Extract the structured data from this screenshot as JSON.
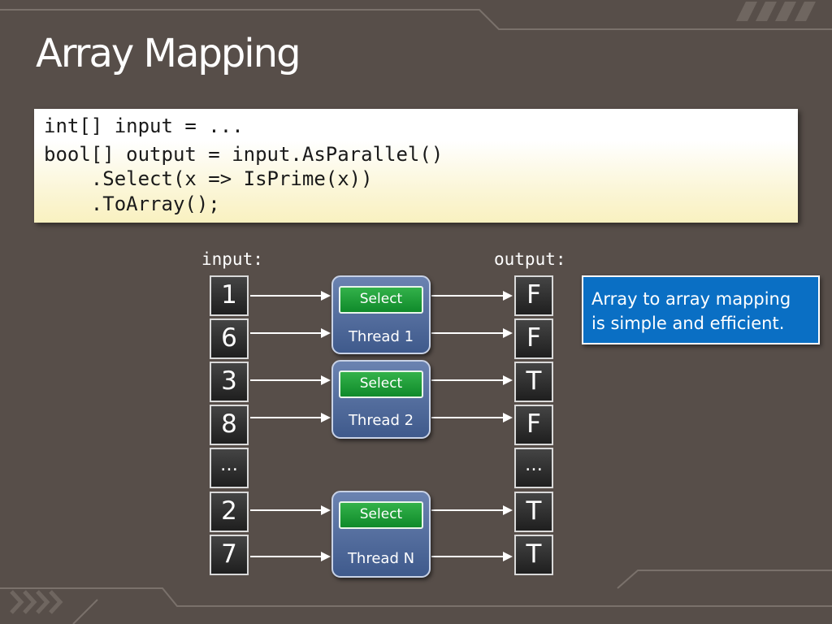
{
  "title": "Array Mapping",
  "code": [
    "int[] input = ...",
    "bool[] output = input.AsParallel()",
    "    .Select(x => IsPrime(x))",
    "    .ToArray();"
  ],
  "input_label": "input:",
  "output_label": "output:",
  "input_values": [
    "1",
    "6",
    "3",
    "8",
    "…",
    "2",
    "7"
  ],
  "output_values": [
    "F",
    "F",
    "T",
    "F",
    "…",
    "T",
    "T"
  ],
  "threads": [
    {
      "select_label": "Select",
      "label": "Thread 1"
    },
    {
      "select_label": "Select",
      "label": "Thread 2"
    },
    {
      "select_label": "Select",
      "label": "Thread N"
    }
  ],
  "note": [
    "Array to array mapping",
    "is simple and efficient."
  ],
  "colors": {
    "background": "#574e49",
    "thread": "#4a6496",
    "select": "#1c9a36",
    "note": "#0a6fc4"
  }
}
